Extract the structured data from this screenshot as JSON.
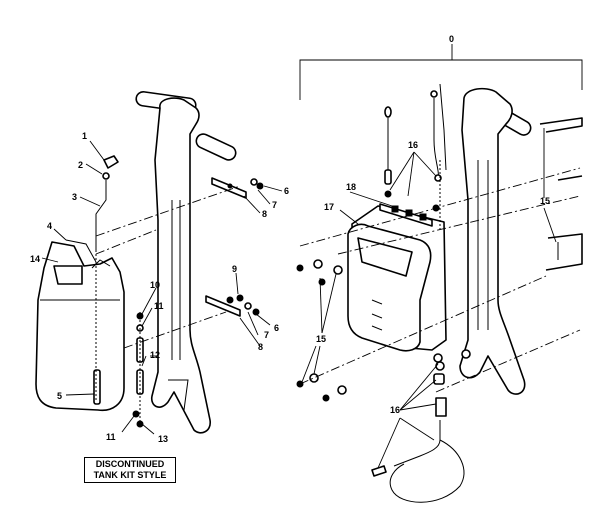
{
  "callouts": {
    "c0": "0",
    "c1": "1",
    "c2": "2",
    "c3": "3",
    "c4": "4",
    "c5": "5",
    "c6a": "6",
    "c6b": "6",
    "c7a": "7",
    "c7b": "7",
    "c8a": "8",
    "c8b": "8",
    "c9": "9",
    "c10": "10",
    "c11a": "11",
    "c11b": "11",
    "c12": "12",
    "c13": "13",
    "c14": "14",
    "c15a": "15",
    "c15b": "15",
    "c16a": "16",
    "c16b": "16",
    "c17": "17",
    "c18": "18"
  },
  "note": {
    "line1": "DISCONTINUED",
    "line2": "TANK KIT STYLE"
  }
}
